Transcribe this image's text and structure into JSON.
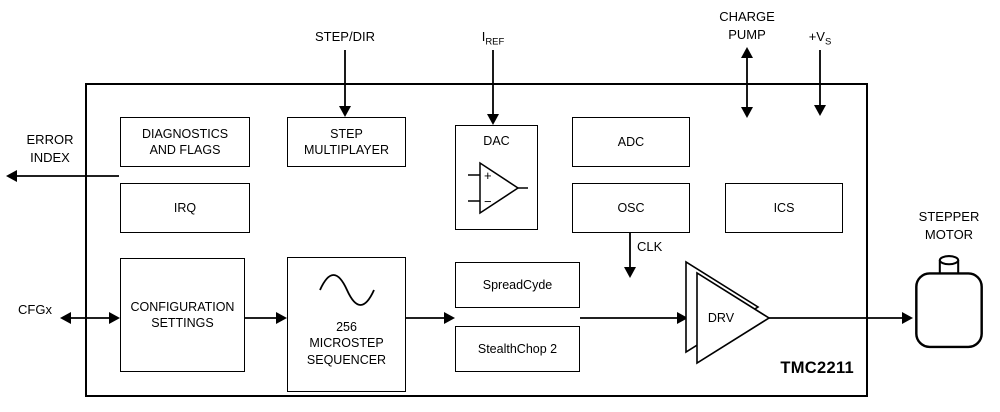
{
  "colors": {
    "line": "#000000",
    "background": "#ffffff"
  },
  "chip": {
    "name": "TMC2211"
  },
  "blocks": {
    "diagnostics": "DIAGNOSTICS\nAND FLAGS",
    "irq": "IRQ",
    "step_multiplexer": "STEP\nMULTIPLAYER",
    "dac": "DAC",
    "adc": "ADC",
    "osc": "OSC",
    "ics": "ICS",
    "configuration": "CONFIGURATION\nSETTINGS",
    "sequencer": "256\nMICROSTEP\nSEQUENCER",
    "spreadcycle": "SpreadCyde",
    "stealthchop": "StealthChop 2",
    "drv": "DRV"
  },
  "signals": {
    "step_dir": "STEP/DIR",
    "iref_main": "I",
    "iref_sub": "REF",
    "charge_pump": "CHARGE\nPUMP",
    "vs_main": "+V",
    "vs_sub": "S",
    "error_index": "ERROR\nINDEX",
    "cfgx": "CFGx",
    "clk": "CLK",
    "stepper_motor": "STEPPER\nMOTOR"
  }
}
